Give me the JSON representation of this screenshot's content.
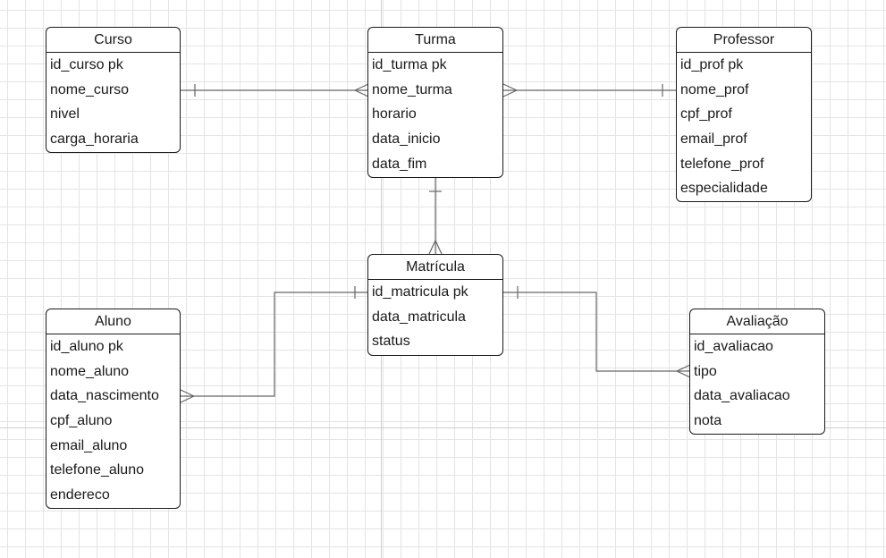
{
  "entities": {
    "curso": {
      "title": "Curso",
      "fields": [
        "id_curso pk",
        "nome_curso",
        "nivel",
        "carga_horaria"
      ]
    },
    "turma": {
      "title": "Turma",
      "fields": [
        "id_turma pk",
        "nome_turma",
        "horario",
        "data_inicio",
        "data_fim"
      ]
    },
    "professor": {
      "title": "Professor",
      "fields": [
        "id_prof pk",
        "nome_prof",
        "cpf_prof",
        "email_prof",
        "telefone_prof",
        "especialidade"
      ]
    },
    "matricula": {
      "title": "Matrícula",
      "fields": [
        "id_matricula pk",
        "data_matricula",
        "status"
      ]
    },
    "aluno": {
      "title": "Aluno",
      "fields": [
        "id_aluno pk",
        "nome_aluno",
        "data_nascimento",
        "cpf_aluno",
        "email_aluno",
        "telefone_aluno",
        "endereco"
      ]
    },
    "avaliacao": {
      "title": "Avaliação",
      "fields": [
        "id_avaliacao",
        "tipo",
        "data_avaliacao",
        "nota"
      ]
    }
  },
  "relationships": [
    {
      "from": "curso",
      "from_cardinality": "one",
      "to": "turma",
      "to_cardinality": "many"
    },
    {
      "from": "turma",
      "from_cardinality": "many",
      "to": "professor",
      "to_cardinality": "one"
    },
    {
      "from": "turma",
      "from_cardinality": "one",
      "to": "matricula",
      "to_cardinality": "many"
    },
    {
      "from": "matricula",
      "from_cardinality": "one",
      "to": "aluno",
      "to_cardinality": "many"
    },
    {
      "from": "matricula",
      "from_cardinality": "one",
      "to": "avaliacao",
      "to_cardinality": "many"
    }
  ]
}
